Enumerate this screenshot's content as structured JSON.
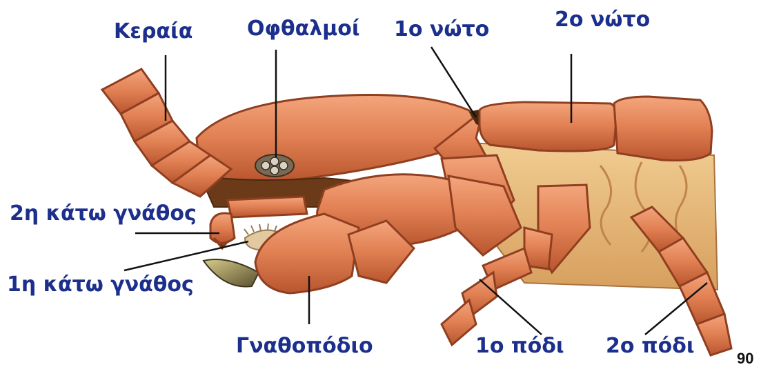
{
  "labels": {
    "antenna": "Κεραία",
    "eyes": "Οφθαλμοί",
    "first_tergum": "1ο νώτο",
    "second_tergum": "2ο νώτο",
    "second_maxilla": "2η κάτω γνάθος",
    "first_maxilla": "1η κάτω γνάθος",
    "gnathopod": "Γναθοπόδιο",
    "first_leg": "1ο πόδι",
    "second_leg": "2ο πόδι"
  },
  "page_number": "90",
  "colors": {
    "label_text": "#1c2f8c",
    "leader_line": "#111111",
    "body_fill": "#e07f52",
    "body_shadow": "#b8552f",
    "membrane": "#e9b877",
    "page_number": "#111111"
  }
}
